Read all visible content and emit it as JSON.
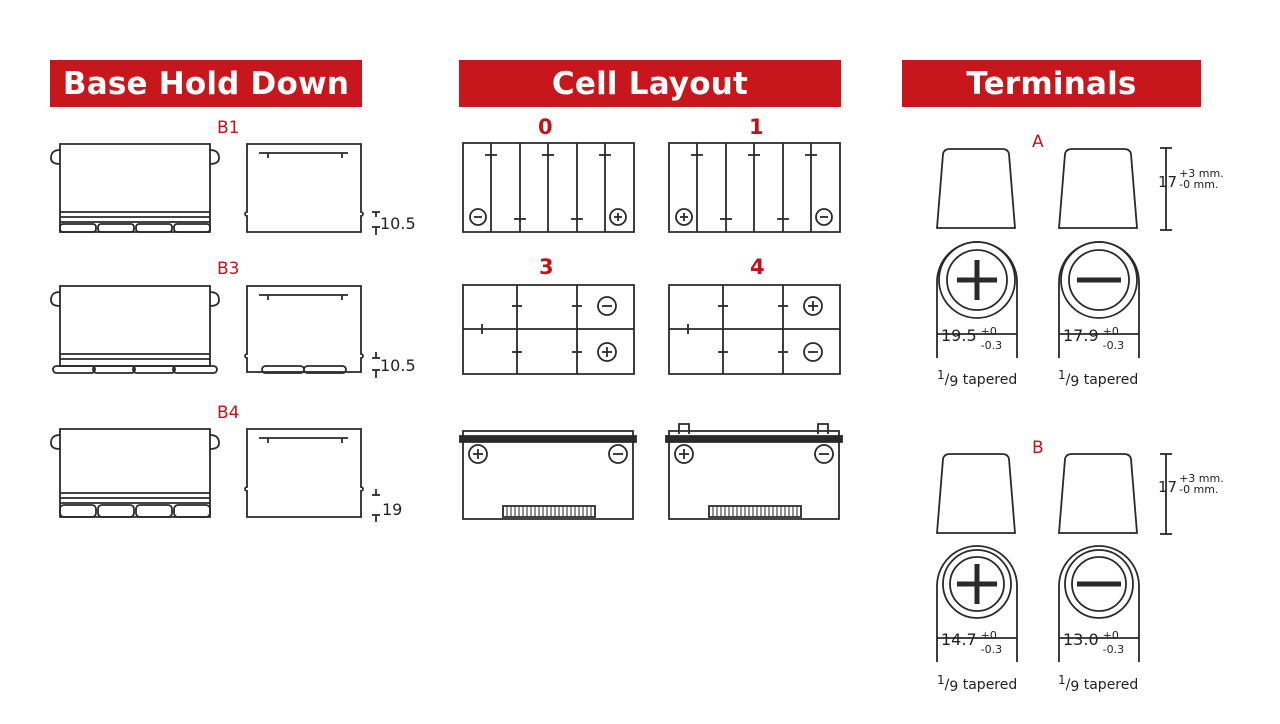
{
  "headers": {
    "base_hold_down": "Base Hold Down",
    "cell_layout": "Cell Layout",
    "terminals": "Terminals"
  },
  "base_hold_down": {
    "items": [
      {
        "code": "B1",
        "dim": "10.5"
      },
      {
        "code": "B3",
        "dim": "10.5"
      },
      {
        "code": "B4",
        "dim": "19"
      }
    ]
  },
  "cell_layout": {
    "layouts": [
      "0",
      "1",
      "3",
      "4"
    ]
  },
  "terminals": {
    "groups": [
      {
        "code": "A",
        "height": "17",
        "height_tol_plus": "+3 mm.",
        "height_tol_minus": "-0 mm.",
        "positive": {
          "diameter": "19.5",
          "tol_plus": "+0",
          "tol_minus": "-0.3"
        },
        "negative": {
          "diameter": "17.9",
          "tol_plus": "+0",
          "tol_minus": "-0.3"
        }
      },
      {
        "code": "B",
        "height": "17",
        "height_tol_plus": "+3 mm.",
        "height_tol_minus": "-0 mm.",
        "positive": {
          "diameter": "14.7",
          "tol_plus": "+0",
          "tol_minus": "-0.3"
        },
        "negative": {
          "diameter": "13.0",
          "tol_plus": "+0",
          "tol_minus": "-0.3"
        }
      }
    ],
    "taper_numerator": "1",
    "taper_denominator": "9",
    "taper_word": "tapered"
  },
  "colors": {
    "banner": "#c8161d",
    "label_red": "#c0141c",
    "line": "#2a2a2a"
  }
}
